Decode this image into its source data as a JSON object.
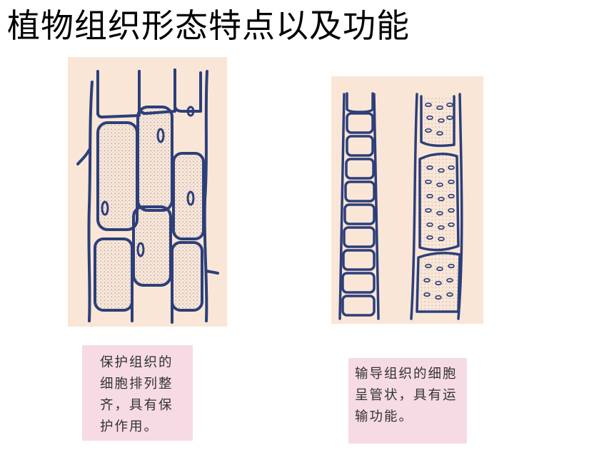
{
  "page": {
    "title": "植物组织形态特点以及功能"
  },
  "figures": [
    {
      "name": "protective-tissue",
      "alt": "保护组织的细胞排列整齐，具有保护作用。"
    },
    {
      "name": "conducting-tissue",
      "alt": "输导组织的细胞呈管状，具有运输功能。"
    }
  ],
  "captions": {
    "protective": "保护组织的细胞排列整齐，具有保护作用。",
    "conducting": "输导组织的细胞呈管状，具有运输功能。"
  },
  "colors": {
    "background": "#ffffff",
    "panel": "#fae6d6",
    "caption_box": "#f7dbe4",
    "cell_outline": "#2c3f7a",
    "text": "#333333"
  }
}
